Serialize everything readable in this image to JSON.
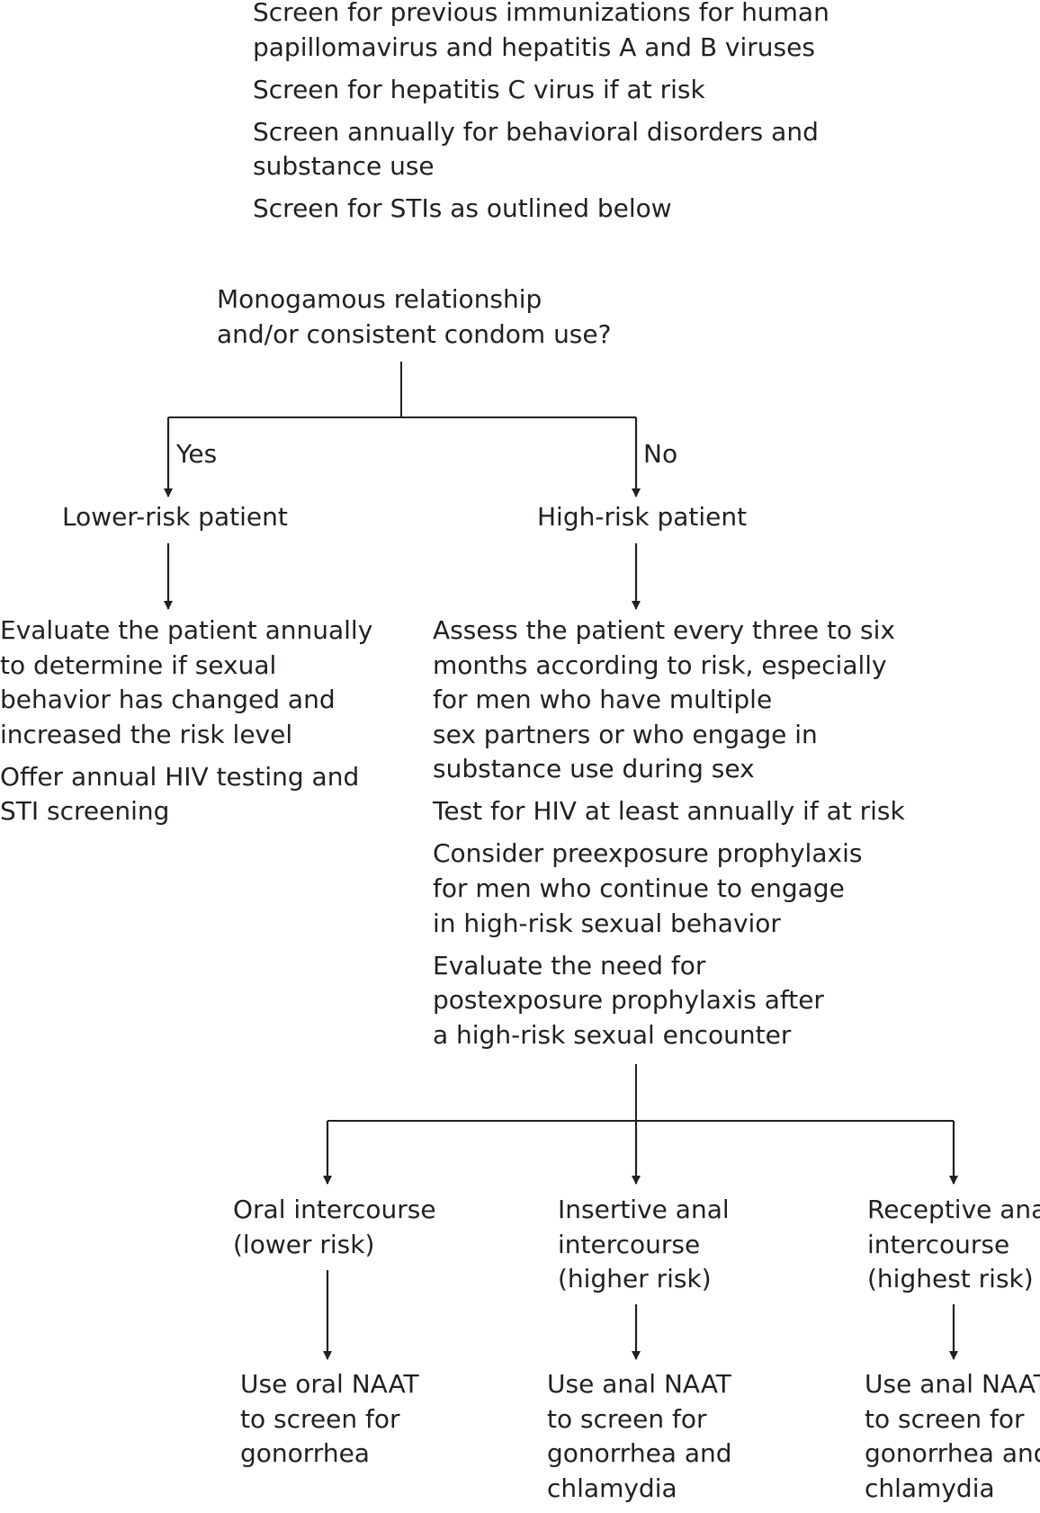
{
  "top_list": [
    {
      "lines": [
        "Screen for previous immunizations for human",
        "papillomavirus and hepatitis A and B viruses"
      ]
    },
    {
      "lines": [
        "Screen for hepatitis C virus if at risk"
      ]
    },
    {
      "lines": [
        "Screen annually for behavioral disorders and",
        "substance use"
      ]
    },
    {
      "lines": [
        "Screen for STIs as outlined below"
      ]
    }
  ],
  "question": {
    "lines": [
      "Monogamous relationship",
      "and/or consistent condom use?"
    ]
  },
  "yes_label": "Yes",
  "no_label": "No",
  "lower_risk": {
    "title": "Lower-risk patient",
    "items": [
      {
        "lines": [
          "Evaluate the patient annually",
          "to determine if sexual",
          "behavior has changed and",
          "increased the risk level"
        ]
      },
      {
        "lines": [
          "Offer annual HIV testing and",
          "STI screening"
        ]
      }
    ]
  },
  "high_risk": {
    "title": "High-risk patient",
    "items": [
      {
        "lines": [
          "Assess the patient every three to six",
          "months according to risk, especially",
          "for men who have multiple",
          "sex partners or who engage in",
          "substance use during sex"
        ]
      },
      {
        "lines": [
          "Test for HIV at least annually if at risk"
        ]
      },
      {
        "lines": [
          "Consider preexposure prophylaxis",
          "for men who continue to engage",
          "in high-risk sexual behavior"
        ]
      },
      {
        "lines": [
          "Evaluate the need for",
          "postexposure prophylaxis after",
          "a high-risk sexual encounter"
        ]
      }
    ]
  },
  "branches": [
    {
      "type_lines": [
        "Oral intercourse",
        "(lower risk)"
      ],
      "action_lines": [
        "Use oral NAAT",
        "to screen for",
        "gonorrhea"
      ]
    },
    {
      "type_lines": [
        "Insertive anal",
        "intercourse",
        "(higher risk)"
      ],
      "action_lines": [
        "Use anal NAAT",
        "to screen for",
        "gonorrhea and",
        "chlamydia"
      ]
    },
    {
      "type_lines": [
        "Receptive anal",
        "intercourse",
        "(highest risk)"
      ],
      "action_lines": [
        "Use anal NAAT",
        "to screen for",
        "gonorrhea and",
        "chlamydia"
      ]
    }
  ],
  "colors": {
    "text": "#231f20",
    "lines": "#231f20"
  }
}
